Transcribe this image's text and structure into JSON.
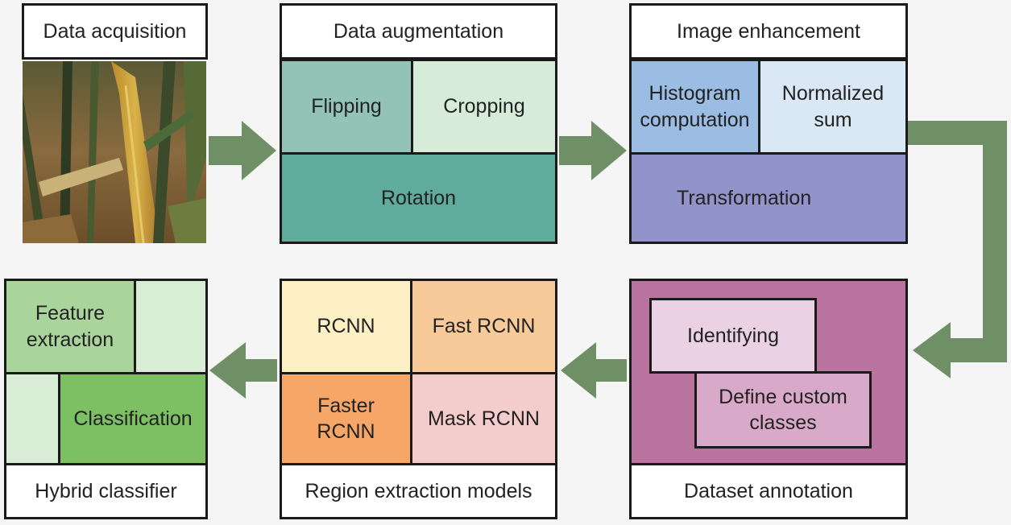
{
  "stages": {
    "acquisition": {
      "title": "Data acquisition"
    },
    "augmentation": {
      "title": "Data augmentation",
      "items": [
        "Flipping",
        "Cropping",
        "Rotation"
      ]
    },
    "enhancement": {
      "title": "Image enhancement",
      "items": [
        "Histogram computation",
        "Normalized sum",
        "Transformation"
      ]
    },
    "annotation": {
      "title": "Dataset annotation",
      "items": [
        "Identifying",
        "Define custom classes"
      ]
    },
    "region": {
      "title": "Region extraction models",
      "items": [
        "RCNN",
        "Fast RCNN",
        "Faster RCNN",
        "Mask RCNN"
      ]
    },
    "classifier": {
      "title": "Hybrid classifier",
      "items": [
        "Feature extraction",
        "Classification"
      ]
    }
  },
  "colors": {
    "arrow": "#6f8f66",
    "title_bg": "#ffffff",
    "border": "#1a1a1a"
  }
}
